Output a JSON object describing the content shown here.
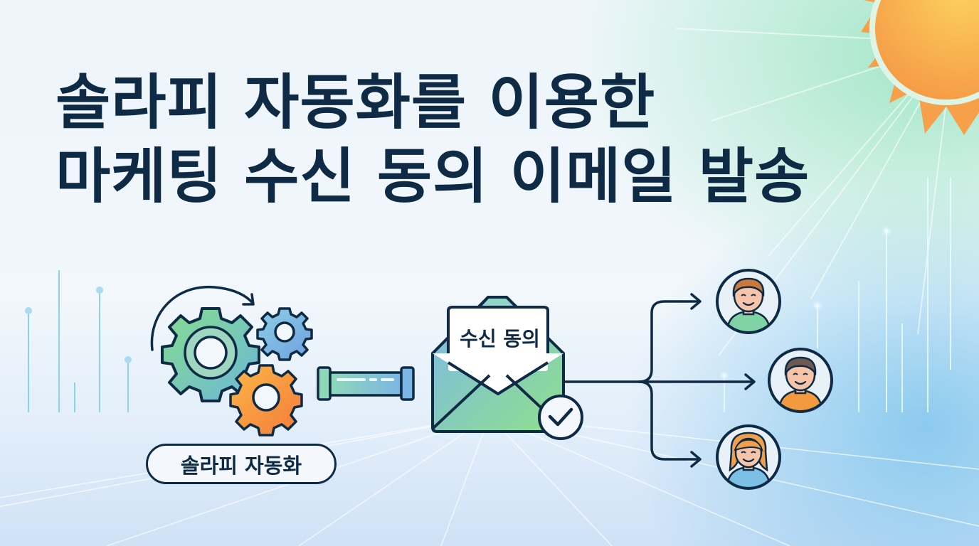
{
  "banner": {
    "title_line1": "솔라피 자동화를 이용한",
    "title_line2": "마케팅 수신 동의 이메일 발송"
  },
  "diagram": {
    "automation_label": "솔라피 자동화",
    "envelope_letter_text": "수신 동의",
    "recipients": [
      {
        "name": "recipient-1",
        "shirt_color": "#7fd3a4",
        "hair_color": "#c9793c"
      },
      {
        "name": "recipient-2",
        "shirt_color": "#f39a3e",
        "hair_color": "#6a5a50"
      },
      {
        "name": "recipient-3",
        "shirt_color": "#7cc0e6",
        "hair_color": "#f0a04a"
      }
    ]
  },
  "colors": {
    "ink": "#0e2a45",
    "sun_orange": "#f6a04a",
    "sun_yellow": "#fcc15a",
    "gear_green": "#7fd3a4",
    "gear_blue": "#7cb3e3",
    "gear_orange": "#f6913e",
    "bg_mint": "#b8ecd0",
    "bg_sky": "#8ec8ec"
  }
}
